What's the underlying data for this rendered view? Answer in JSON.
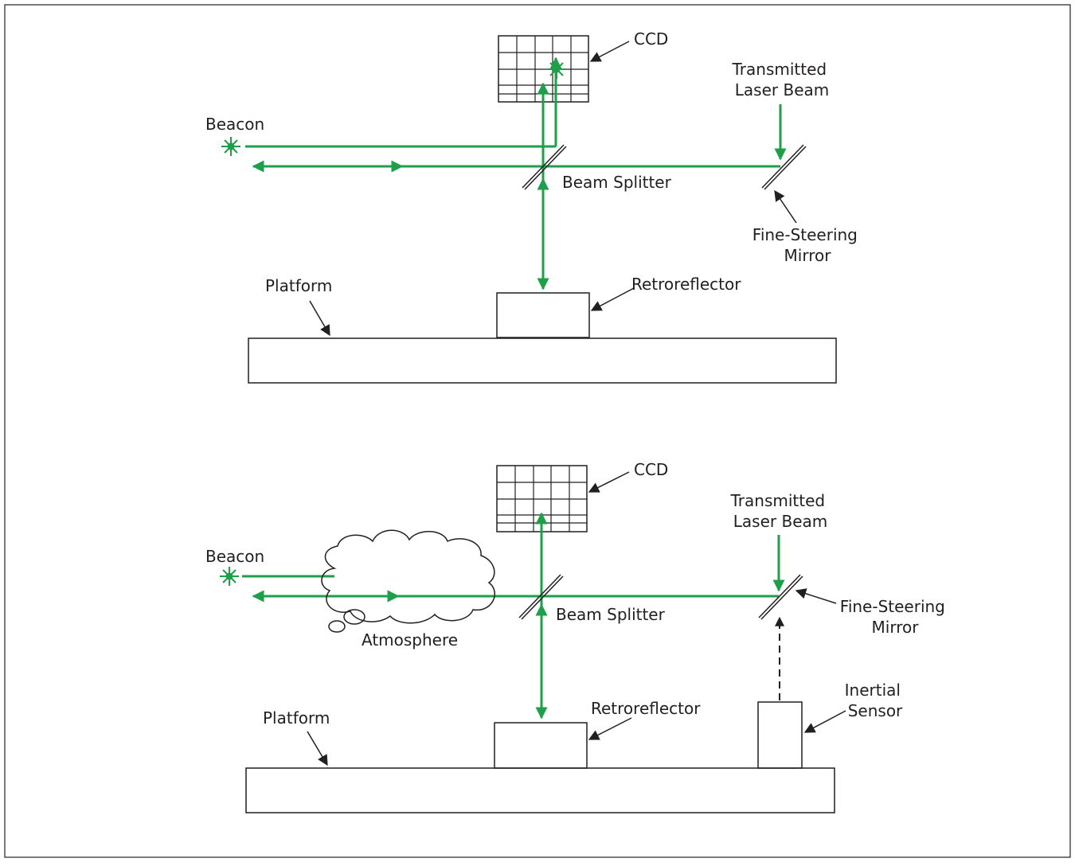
{
  "colors": {
    "beam": "#1ea04a",
    "ink": "#231f20",
    "sensor_fill": "#d1d3d4",
    "background": "#ffffff"
  },
  "top_diagram": {
    "ccd": "CCD",
    "transmitted_beam": [
      "Transmitted",
      "Laser Beam"
    ],
    "beacon": "Beacon",
    "beam_splitter": "Beam Splitter",
    "fine_steering_mirror": [
      "Fine-Steering",
      "Mirror"
    ],
    "platform": "Platform",
    "retroreflector": "Retroreflector"
  },
  "bottom_diagram": {
    "ccd": "CCD",
    "transmitted_beam": [
      "Transmitted",
      "Laser Beam"
    ],
    "beacon": "Beacon",
    "beam_splitter": "Beam Splitter",
    "fine_steering_mirror": [
      "Fine-Steering",
      "Mirror"
    ],
    "atmosphere": "Atmosphere",
    "inertial_sensor": [
      "Inertial",
      "Sensor"
    ],
    "platform": "Platform",
    "retroreflector": "Retroreflector"
  }
}
